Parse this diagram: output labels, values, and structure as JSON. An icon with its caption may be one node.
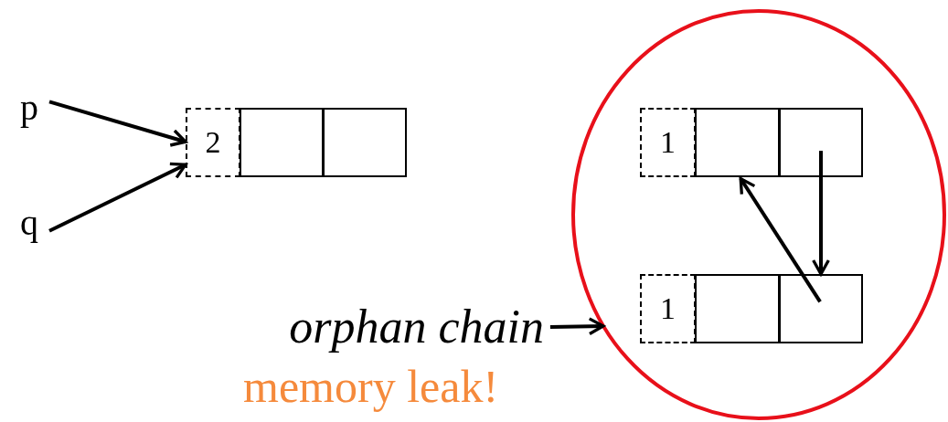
{
  "diagram": {
    "nodes": [
      {
        "text": [
          "p"
        ]
      },
      {
        "text": [
          "q"
        ]
      },
      {
        "text": [
          "2"
        ]
      },
      {
        "text": [],
        "shape": "box"
      },
      {
        "text": [],
        "shape": "box"
      },
      {
        "text": [],
        "shape": "circle"
      },
      {
        "text": [
          "1"
        ],
        "in": 5
      },
      {
        "text": [],
        "shape": "box",
        "in": 5
      },
      {
        "text": [],
        "shape": "box",
        "in": 5
      },
      {
        "text": [
          "1"
        ],
        "in": 5
      },
      {
        "text": [],
        "shape": "box",
        "in": 5
      },
      {
        "text": [],
        "shape": "box",
        "in": 5
      },
      {
        "text": [
          "orphan chain"
        ]
      }
    ],
    "edges": [
      {
        "from": 0,
        "to": 2,
        "arrow": "to"
      },
      {
        "from": 1,
        "to": 2,
        "arrow": "to"
      },
      {
        "from": 8,
        "to": 11,
        "arrow": "to"
      },
      {
        "from": 11,
        "to": 7,
        "arrow": "to"
      },
      {
        "from": 12,
        "to": 5,
        "arrow": "to"
      }
    ],
    "labels": [
      "memory leak!"
    ]
  }
}
